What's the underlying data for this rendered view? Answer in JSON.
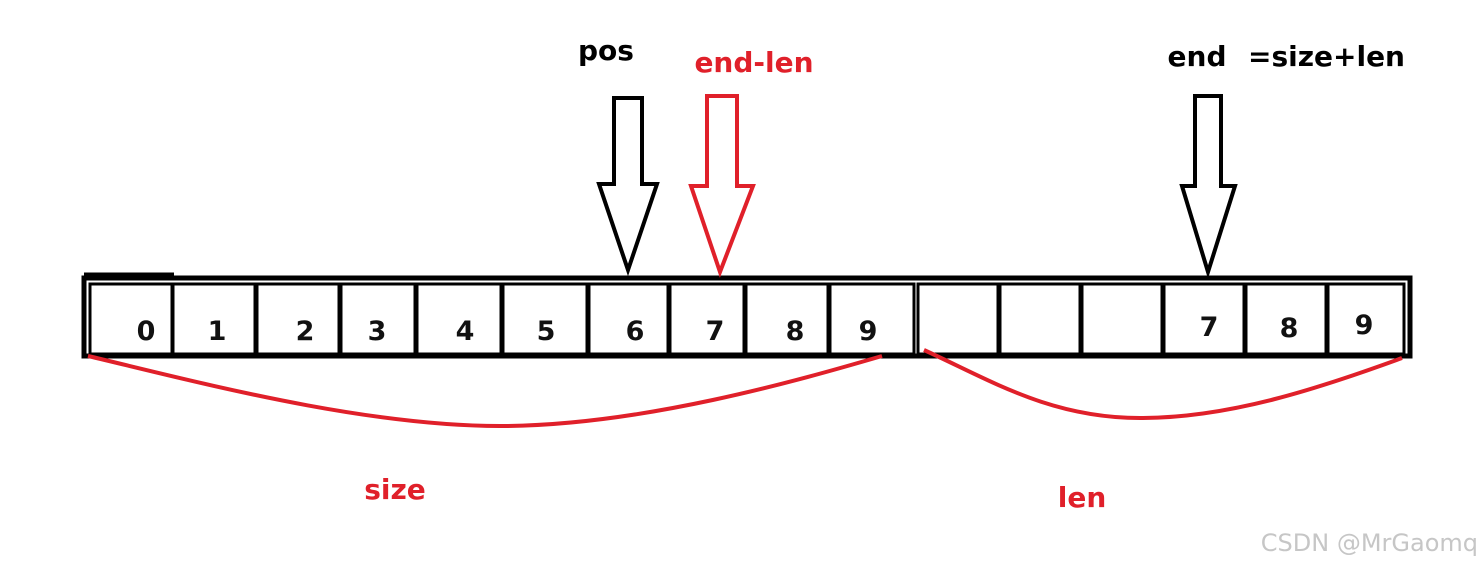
{
  "cells": [
    "0",
    "1",
    "2",
    "3",
    "4",
    "5",
    "6",
    "7",
    "8",
    "9",
    "",
    "",
    "",
    "7",
    "8",
    "9"
  ],
  "pointers": [
    {
      "label": "pos",
      "color": "#000000"
    },
    {
      "label": "end-len",
      "color": "#e0202a"
    },
    {
      "label": "end",
      "color": "#000000"
    }
  ],
  "end_note": "=size+len",
  "braces": [
    {
      "label": "size",
      "color": "#e0202a"
    },
    {
      "label": "len",
      "color": "#e0202a"
    }
  ],
  "colors": {
    "accent": "#e0202a",
    "ink": "#000000"
  },
  "watermark": "CSDN @MrGaomq"
}
